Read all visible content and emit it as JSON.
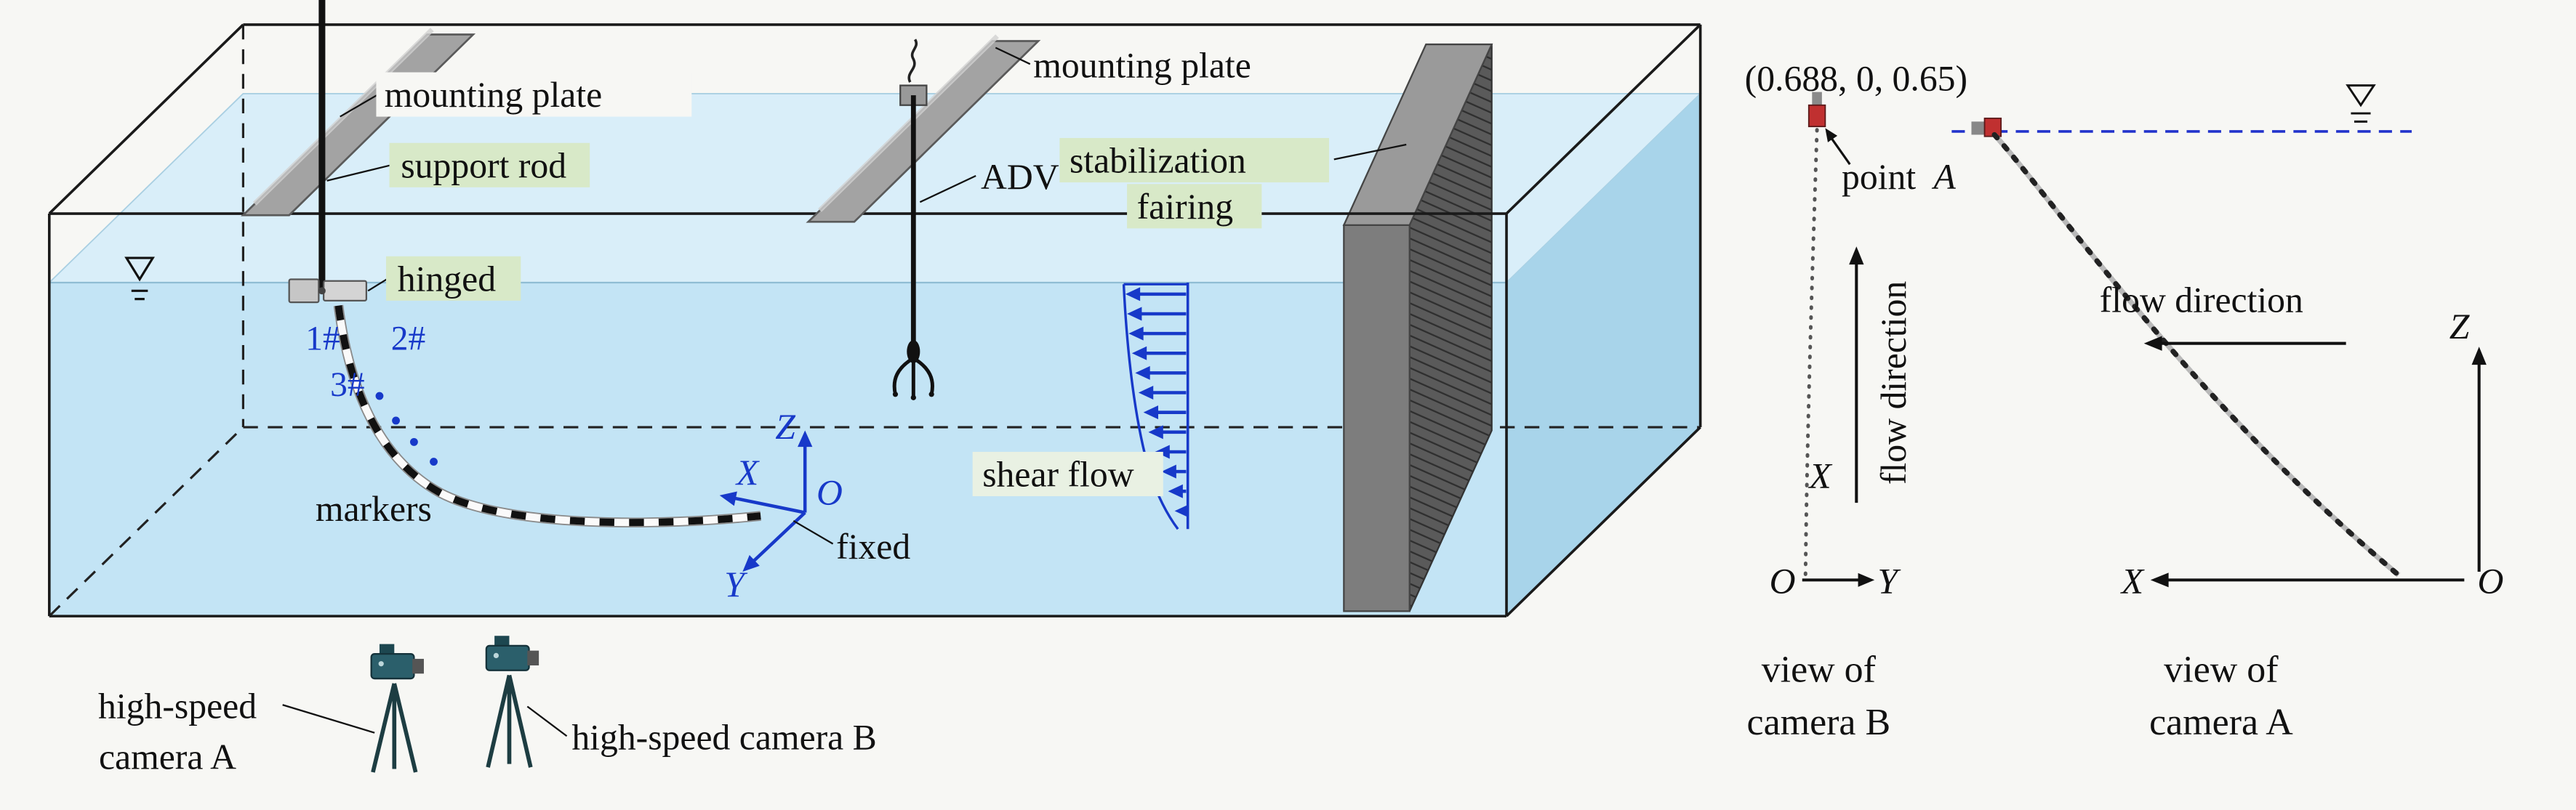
{
  "colors": {
    "background": "#f7f7f4",
    "water_front": "#c3e4f5",
    "water_surface": "#d9eef9",
    "water_side": "#a8d4ea",
    "label_highlight_green": "#d8e9c8",
    "diagram_blue": "#1739c9",
    "anchor_red": "#c03030",
    "plate_gray": "#a3a3a3",
    "fairing_gray": "#5a5a5a",
    "waterline_dash_blue": "#2233cc"
  },
  "main_view": {
    "labels": {
      "mounting_plate_left": "mounting plate",
      "mounting_plate_right": "mounting plate",
      "support_rod": "support rod",
      "hinged": "hinged",
      "marker_1": "1#",
      "marker_2": "2#",
      "marker_3": "3#",
      "markers": "markers",
      "adv": "ADV",
      "stabilization_line1": "stabilization",
      "stabilization_line2": "fairing",
      "shear_flow": "shear flow",
      "fixed": "fixed",
      "camera_a_line1": "high-speed",
      "camera_a_line2": "camera A",
      "camera_b": "high-speed camera B"
    },
    "axes": {
      "x": "X",
      "y": "Y",
      "z": "Z",
      "origin": "O"
    }
  },
  "camera_b_view": {
    "anchor_coords": "(0.688, 0, 0.65)",
    "point_label": "point",
    "point_letter": "A",
    "flow_direction": "flow direction",
    "axis_x": "X",
    "axis_y": "Y",
    "origin": "O",
    "caption_line1": "view of",
    "caption_line2": "camera B"
  },
  "camera_a_view": {
    "flow_direction": "flow direction",
    "axis_x": "X",
    "axis_z": "Z",
    "origin": "O",
    "caption_line1": "view of",
    "caption_line2": "camera A"
  }
}
